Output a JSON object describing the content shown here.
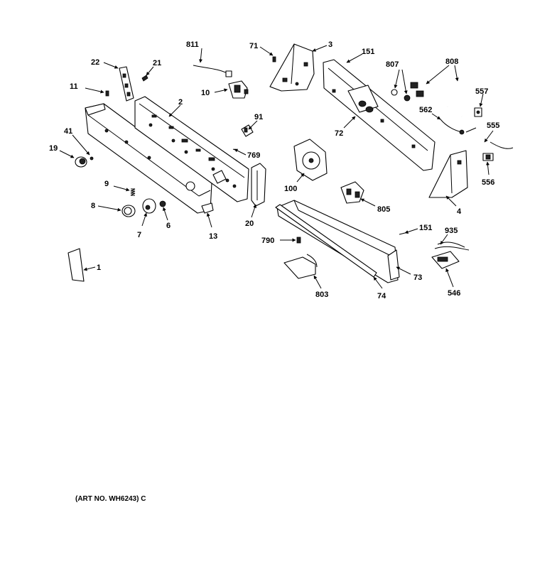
{
  "diagram": {
    "caption": "(ART NO. WH6243) C",
    "labels": {
      "l811": "811",
      "l71": "71",
      "l3": "3",
      "l151a": "151",
      "l807": "807",
      "l808": "808",
      "l22": "22",
      "l21": "21",
      "l10": "10",
      "l11": "11",
      "l2": "2",
      "l557": "557",
      "l562": "562",
      "l91": "91",
      "l41": "41",
      "l72": "72",
      "l555": "555",
      "l19": "19",
      "l769": "769",
      "l556": "556",
      "l100": "100",
      "l9": "9",
      "l805": "805",
      "l4": "4",
      "l8": "8",
      "l6": "6",
      "l7": "7",
      "l13": "13",
      "l20": "20",
      "l151b": "151",
      "l935": "935",
      "l790": "790",
      "l1": "1",
      "l73": "73",
      "l803": "803",
      "l74": "74",
      "l546": "546"
    }
  }
}
